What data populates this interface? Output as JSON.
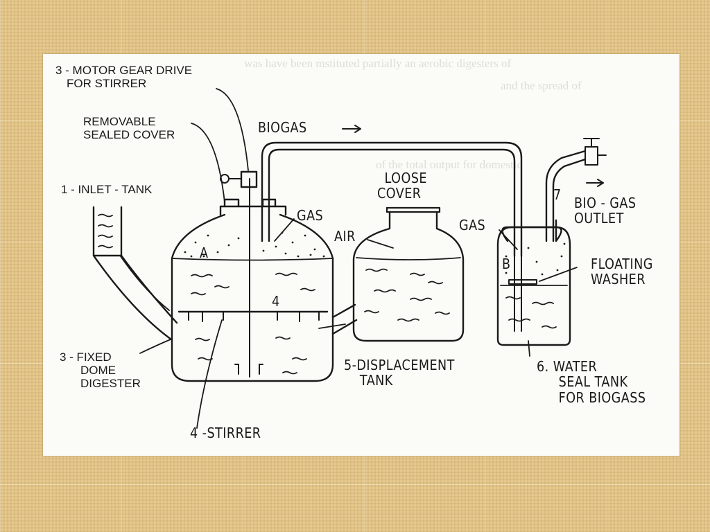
{
  "labels": {
    "motor_gear_drive": [
      "3 - MOTOR GEAR DRIVE",
      "FOR STIRRER"
    ],
    "removable_cover": [
      "REMOVABLE",
      "SEALED COVER"
    ],
    "inlet_tank": "1 - INLET - TANK",
    "fixed_dome_digester": [
      "3 - FIXED",
      "DOME",
      "DIGESTER"
    ],
    "stirrer": "4 -STIRRER",
    "biogas": "BIOGAS",
    "gas_digester": "GAS",
    "region_a": "A",
    "region_4": "4",
    "loose_cover": [
      "LOOSE",
      "COVER"
    ],
    "air": "AIR",
    "displacement_tank": [
      "5-DISPLACEMENT",
      "TANK"
    ],
    "gas_seal": "GAS",
    "region_b": "B",
    "outlet_number": "7",
    "biogas_outlet": [
      "BIO - GAS",
      "OUTLET"
    ],
    "floating_washer": [
      "FLOATING",
      "WASHER"
    ],
    "water_seal_tank": [
      "6. WATER",
      "SEAL TANK",
      "FOR BIOGASS"
    ]
  },
  "colors": {
    "background": "#e6c98e",
    "paper": "#fbfbf7",
    "ink": "#1a1a1a"
  }
}
